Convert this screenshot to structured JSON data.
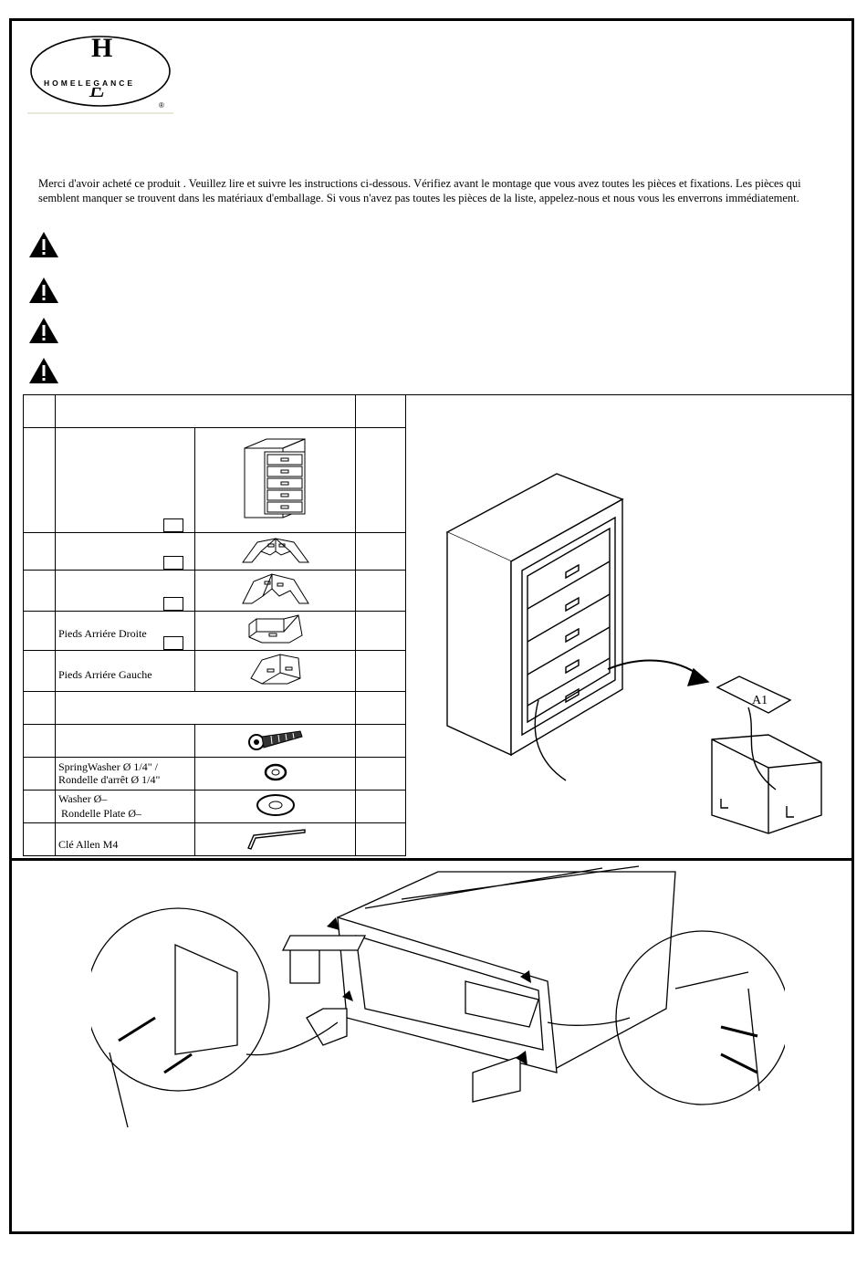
{
  "logo": {
    "monogram": "H",
    "monogram2": "E",
    "wordmark": "HOMELEGANCE",
    "registered": "®"
  },
  "intro": {
    "text": "Merci d'avoir acheté ce produit . Veuillez lire et suivre les instructions ci-dessous. Vérifiez avant le montage que vous avez toutes les pièces et fixations. Les pièces qui semblent manquer se trouvent dans les matériaux d'emballage. Si vous n'avez pas toutes les pièces de la liste, appelez-nous et nous vous les enverrons immédiatement."
  },
  "warnings": [
    {
      "icon": "warning-triangle-icon"
    },
    {
      "icon": "warning-triangle-icon"
    },
    {
      "icon": "warning-triangle-icon"
    },
    {
      "icon": "warning-triangle-icon"
    }
  ],
  "parts": {
    "rear_right_feet": "Pieds Arriére Droite",
    "rear_left_feet": "Pieds Arriére Gauche",
    "spring_washer": "SpringWasher Ø 1/4\" /",
    "spring_washer_fr": "Rondelle d'arrêt Ø 1/4\"",
    "washer": "Washer Ø",
    "washer_fr": "Rondelle Plate Ø",
    "allen_key": "Clé Allen M4"
  },
  "diagram1": {
    "label_a1": "A1"
  }
}
